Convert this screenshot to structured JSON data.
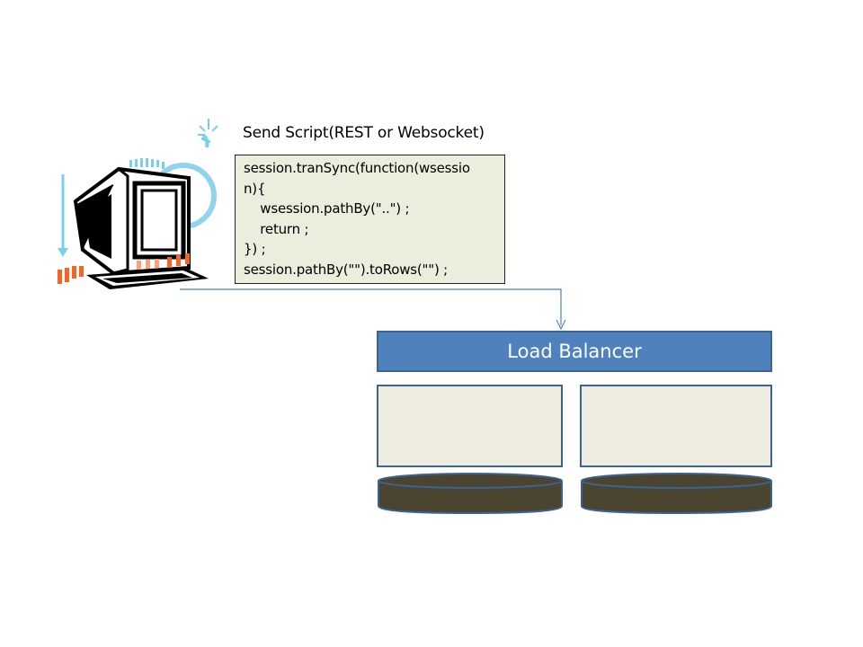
{
  "caption": "Send Script(REST or Websocket)",
  "code_lines": [
    "session.tranSync(function(wsessio",
    "n){",
    "    wsession.pathBy(\"..\") ;",
    "    return ;",
    "}) ;",
    "session.pathBy(\"\").toRows(\"\") ;"
  ],
  "load_balancer_label": "Load Balancer",
  "colors": {
    "code_background": "#eceedd",
    "load_balancer_fill": "#4f81bd",
    "server_fill": "#eeece1",
    "database_fill": "#4a4430",
    "connector": "#4f81bd",
    "outline": "#3a6494"
  },
  "icons": [
    "computer-icon",
    "database-icon"
  ]
}
